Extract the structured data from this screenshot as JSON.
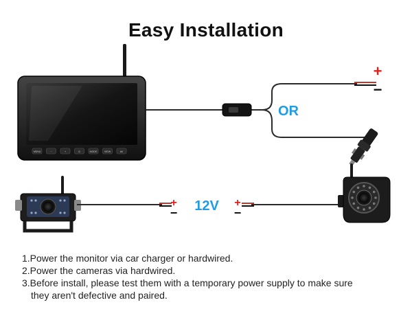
{
  "title": "Easy Installation",
  "diagram": {
    "or_label": "OR",
    "voltage_label": "12V",
    "plus_symbol": "+",
    "minus_symbol": "−",
    "monitor_buttons": [
      "MENU",
      "−",
      "+",
      "⏻",
      "MODE",
      "VIEW",
      "AV"
    ],
    "colors": {
      "accent_blue": "#1f9ce6",
      "plus_red": "#e0201d",
      "minus_black": "#111111",
      "cable": "#2a2a2a"
    }
  },
  "instructions": [
    {
      "line": "1.Power the monitor via car charger or hardwired."
    },
    {
      "line": "2.Power the cameras via hardwired."
    },
    {
      "line": "3.Before install, please test them with a temporary power supply to make sure",
      "continuation": "they aren't defective and paired."
    }
  ]
}
